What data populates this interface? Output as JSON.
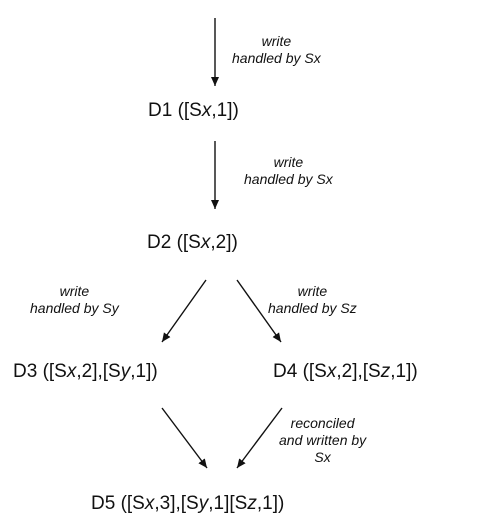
{
  "nodes": {
    "d1": {
      "name": "D1",
      "clocks": [
        [
          "Sx",
          "1"
        ]
      ]
    },
    "d2": {
      "name": "D2",
      "clocks": [
        [
          "Sx",
          "2"
        ]
      ]
    },
    "d3": {
      "name": "D3",
      "clocks": [
        [
          "Sx",
          "2"
        ],
        [
          "Sy",
          "1"
        ]
      ]
    },
    "d4": {
      "name": "D4",
      "clocks": [
        [
          "Sx",
          "2"
        ],
        [
          "Sz",
          "1"
        ]
      ]
    },
    "d5": {
      "name": "D5",
      "clocks": [
        [
          "Sx",
          "3"
        ],
        [
          "Sy",
          "1"
        ],
        [
          "Sz",
          "1"
        ]
      ],
      "separators": [
        ",",
        ""
      ]
    }
  },
  "edges": {
    "top": {
      "line1": "write",
      "line2": "handled by Sx"
    },
    "d1_d2": {
      "line1": "write",
      "line2": "handled by Sx"
    },
    "d2_d3": {
      "line1": "write",
      "line2": "handled by Sy"
    },
    "d2_d4": {
      "line1": "write",
      "line2": "handled by Sz"
    },
    "d4_d5": {
      "line1": "reconciled",
      "line2": "and written by",
      "line3": "Sx"
    }
  }
}
